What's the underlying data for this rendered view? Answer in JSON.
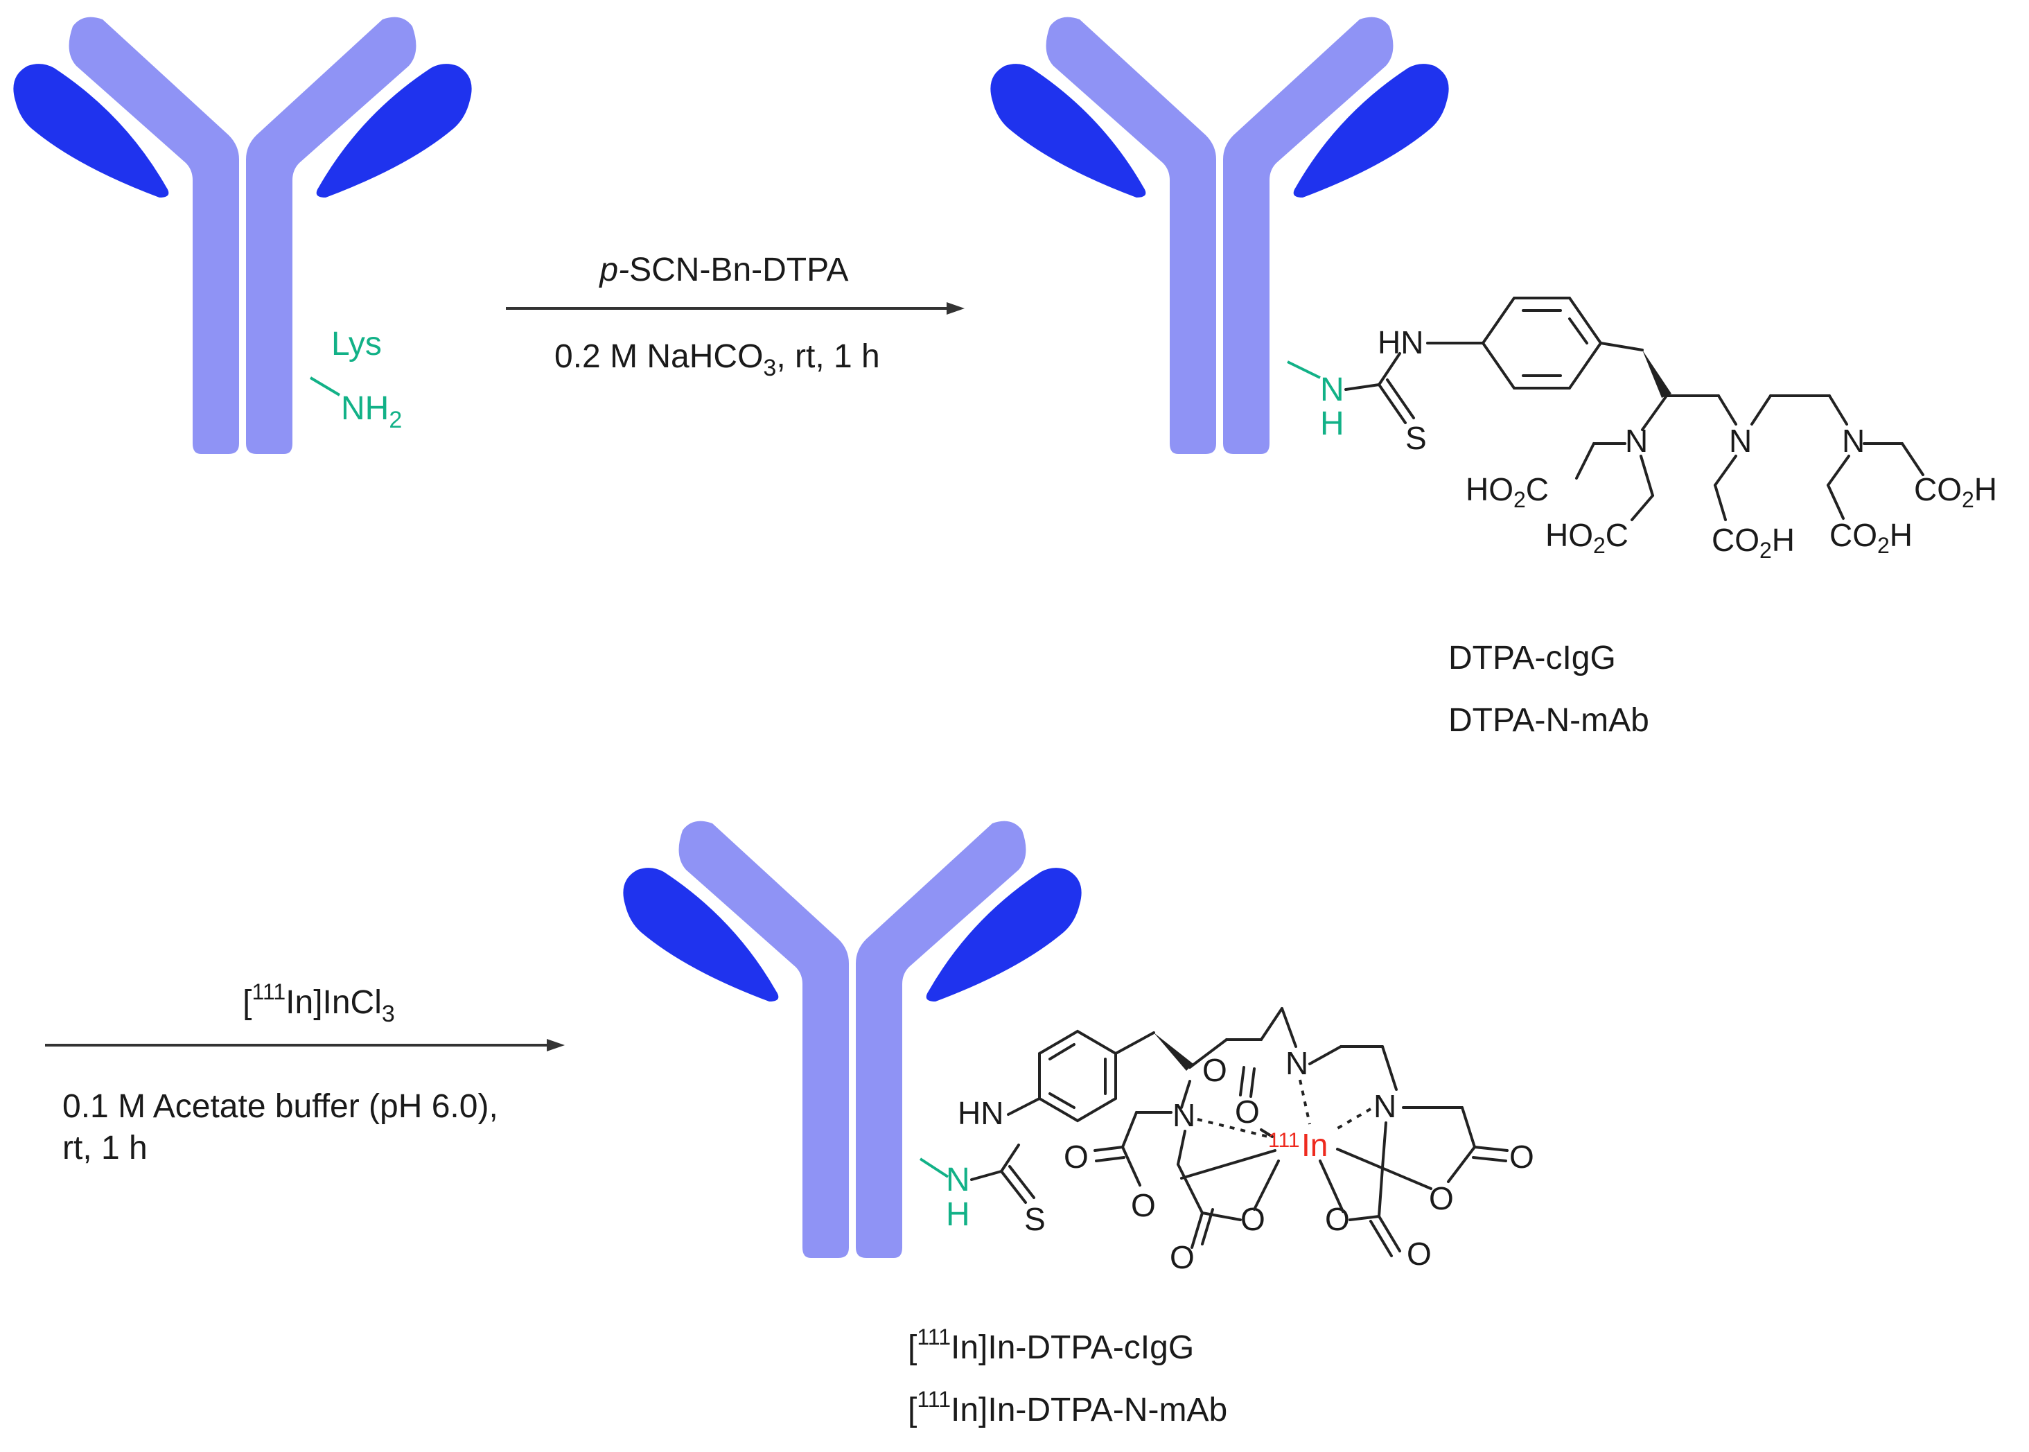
{
  "colors": {
    "antibody_heavy": "#8f93f5",
    "antibody_light": "#1f33ee",
    "lysine": "#12b187",
    "indium": "#ee2a1e",
    "text": "#1a1a1a"
  },
  "step1": {
    "reagent": "SCN-Bn-DTPA",
    "reagent_prefix": "p-",
    "conditions": "0.2 M NaHCO",
    "conditions_sub": "3",
    "conditions_tail": ", rt, 1 h"
  },
  "start": {
    "residue": "Lys",
    "amine": "NH",
    "amine_sub": "2"
  },
  "atoms": {
    "HN": "HN",
    "N": "N",
    "H": "H",
    "S": "S",
    "O": "O",
    "HO2C_a": "HO",
    "CO2H": "CO",
    "sub2": "2",
    "C": "C",
    "H_tail": "H",
    "In": "In",
    "In_mass": "111"
  },
  "product1": {
    "name1": "DTPA-cIgG",
    "name2": "DTPA-N-mAb"
  },
  "step2": {
    "reagent_open": "[",
    "reagent_mass": "111",
    "reagent_tail": "In]InCl",
    "reagent_sub": "3",
    "conditions_line1": "0.1 M Acetate buffer (pH 6.0),",
    "conditions_line2": "rt, 1 h"
  },
  "product2": {
    "open": "[",
    "mass": "111",
    "name1_tail": "In]In-DTPA-cIgG",
    "name2_tail": "In]In-DTPA-N-mAb"
  }
}
